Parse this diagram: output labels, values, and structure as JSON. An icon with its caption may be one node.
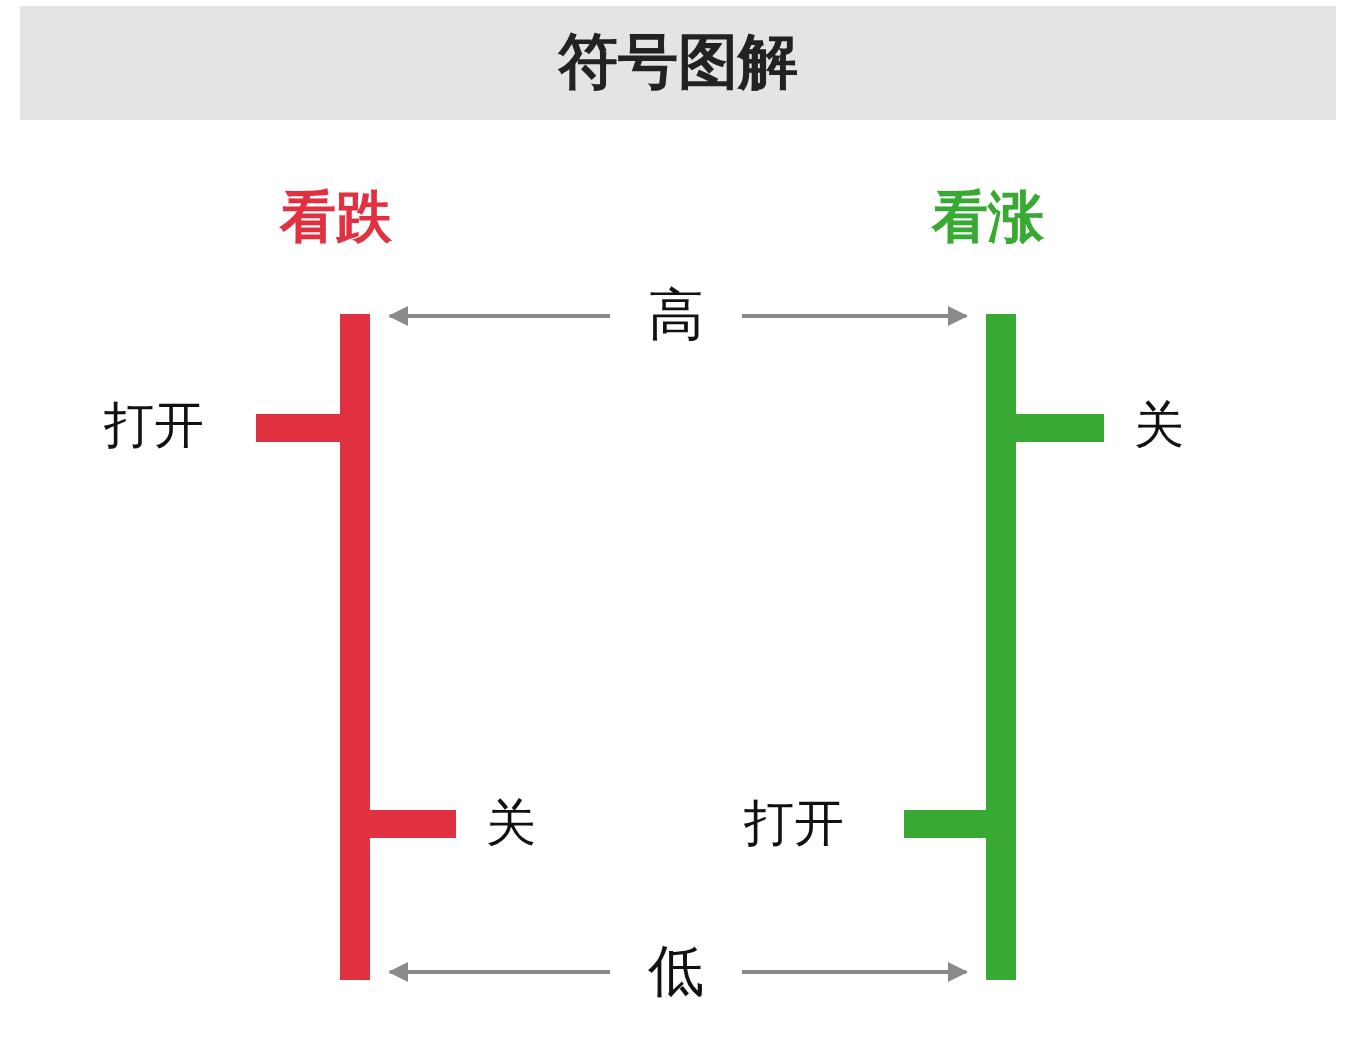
{
  "diagram": {
    "title": "符号图解",
    "nodes": [
      {
        "text": [],
        "shape": "bar"
      },
      {
        "text": [],
        "shape": "bar"
      },
      {
        "text": [
          "高"
        ]
      },
      {
        "text": [
          "低"
        ]
      }
    ],
    "edges": [
      {
        "from": 2,
        "to": 0,
        "arrow": "to"
      },
      {
        "from": 2,
        "to": 1,
        "arrow": "to"
      },
      {
        "from": 3,
        "to": 0,
        "arrow": "to"
      },
      {
        "from": 3,
        "to": 1,
        "arrow": "to"
      }
    ],
    "labels": [
      "看跌",
      "看涨",
      "打开",
      "关",
      "关",
      "打开"
    ]
  }
}
